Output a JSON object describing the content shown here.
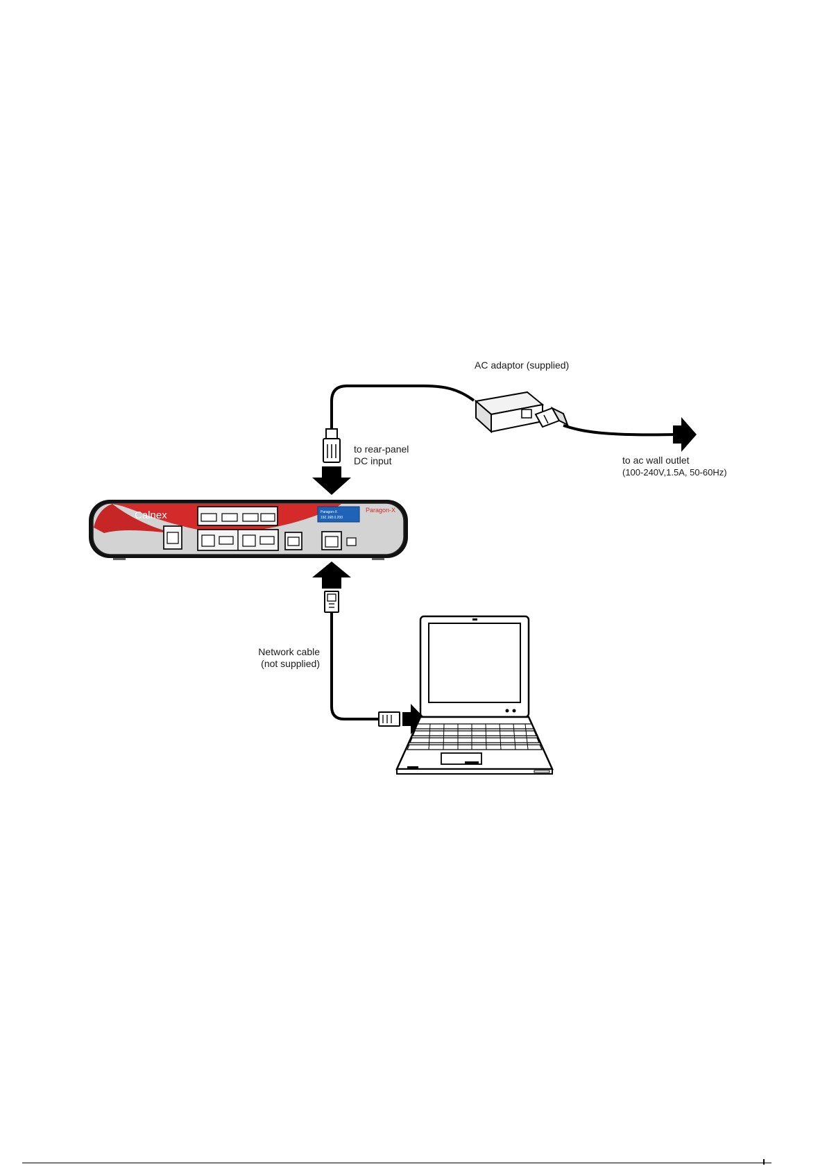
{
  "diagram": {
    "labels": {
      "ac_adaptor": "AC adaptor (supplied)",
      "dc_input_line1": "to rear-panel",
      "dc_input_line2": "DC input",
      "wall_outlet_line1": "to ac wall outlet",
      "wall_outlet_line2": "(100-240V,1.5A, 50-60Hz)",
      "network_cable_line1": "Network cable",
      "network_cable_line2": "(not supplied)"
    },
    "device": {
      "brand": "Calnex",
      "model": "Paragon-X",
      "display_line1": "Paragon-X",
      "display_line2": "192.168.0.200"
    },
    "colors": {
      "brand_red": "#d42a2a",
      "panel_gray": "#d3d3d3",
      "display_blue": "#1e63b8",
      "ink": "#000000"
    }
  }
}
